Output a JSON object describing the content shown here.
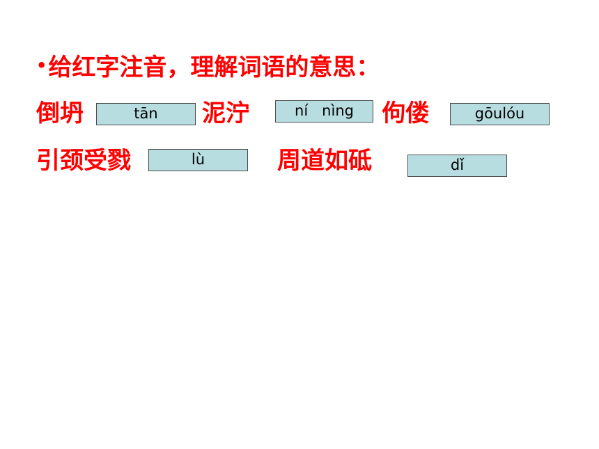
{
  "instruction": {
    "bullet": "•",
    "text": "给红字注音，理解词语的意思："
  },
  "items": [
    {
      "word": "倒坍",
      "pinyin": "tān"
    },
    {
      "word": "泥泞",
      "pinyin": "ní   nìng"
    },
    {
      "word": "佝偻",
      "pinyin": "gōulóu"
    },
    {
      "word": "引颈受戮",
      "pinyin": "lù"
    },
    {
      "word": "周道如砥",
      "pinyin": "dǐ"
    }
  ],
  "colors": {
    "text_red": "#ff0000",
    "box_fill": "#b7dde0",
    "box_border": "#4a4a4a"
  }
}
